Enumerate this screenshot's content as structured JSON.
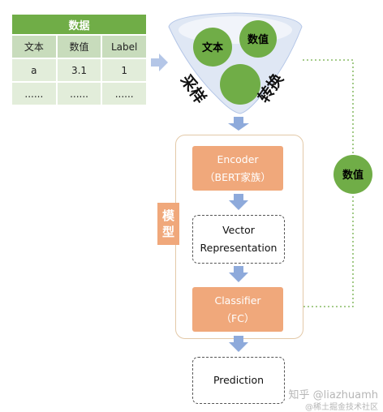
{
  "table": {
    "title": "数据",
    "headers": [
      "文本",
      "数值",
      "Label"
    ],
    "rows": [
      [
        "a",
        "3.1",
        "1"
      ],
      [
        "......",
        "......",
        "......"
      ]
    ]
  },
  "funnel": {
    "circle_text": "文本",
    "circle_num": "数值",
    "label_left": "采样",
    "label_right": "转换"
  },
  "model": {
    "label_chars": [
      "模",
      "型"
    ],
    "encoder": {
      "line1": "Encoder",
      "line2": "（BERT家族）"
    },
    "vector": {
      "line1": "Vector",
      "line2": "Representation"
    },
    "classifier": {
      "line1": "Classifier",
      "line2": "（FC）"
    }
  },
  "prediction": "Prediction",
  "side_numeric": "数值",
  "watermark": {
    "line1": "知乎 @liazhuamh",
    "line2": "@稀土掘金技术社区"
  },
  "colors": {
    "green": "#70ad47",
    "orange": "#f0a87b",
    "arrow": "#8eaadb",
    "funnel": "#b4c6e7"
  }
}
